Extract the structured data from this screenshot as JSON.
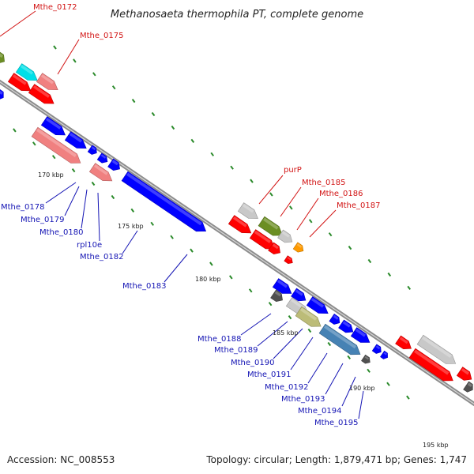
{
  "title": "Methanosaeta thermophila PT, complete genome",
  "footer": {
    "accession": "Accession: NC_008553",
    "topology": "Topology: circular; Length: 1,879,471 bp; Genes: 1,747"
  },
  "colors": {
    "backbone": "#8c8c8c",
    "tick": "#2a8a2a",
    "red_label": "#d21414",
    "blue_label": "#1414b4"
  },
  "kbp_labels": [
    "170 kbp",
    "175 kbp",
    "180 kbp",
    "185 kbp",
    "190 kbp",
    "195 kbp"
  ],
  "gene_labels_top": [
    "Mthe_0172",
    "Mthe_0175"
  ],
  "gene_labels_mid_red": [
    "purP",
    "Mthe_0185",
    "Mthe_0186",
    "Mthe_0187"
  ],
  "gene_labels_left_blue": [
    "Mthe_0178",
    "Mthe_0179",
    "Mthe_0180",
    "rpl10e",
    "Mthe_0182",
    "Mthe_0183"
  ],
  "gene_labels_bottom_blue": [
    "Mthe_0188",
    "Mthe_0189",
    "Mthe_0190",
    "Mthe_0191",
    "Mthe_0192",
    "Mthe_0193",
    "Mthe_0194",
    "Mthe_0195"
  ]
}
